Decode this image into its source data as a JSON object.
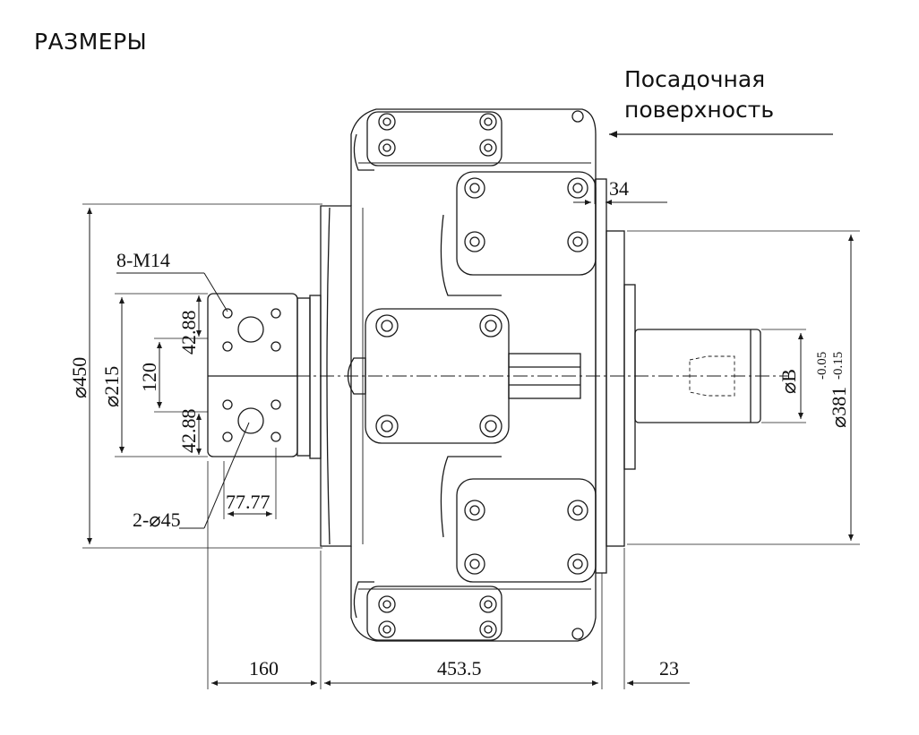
{
  "heading": "РАЗМЕРЫ",
  "seat_note": {
    "line1": "Посадочная",
    "line2": "поверхность"
  },
  "dimensions": {
    "bolts": "8-M14",
    "holes": "2-⌀45",
    "dia_450": "⌀450",
    "dia_215": "⌀215",
    "d120": "120",
    "d42_top": "42.88",
    "d42_bot": "42.88",
    "d77": "77.77",
    "d34": "34",
    "d160": "160",
    "d453": "453.5",
    "d23": "23",
    "shaft_b": "⌀B",
    "dia_381": "⌀381",
    "tol_upper": "-0.05",
    "tol_lower": "-0.15"
  },
  "colors": {
    "line": "#1a1a1a",
    "text": "#111111"
  }
}
